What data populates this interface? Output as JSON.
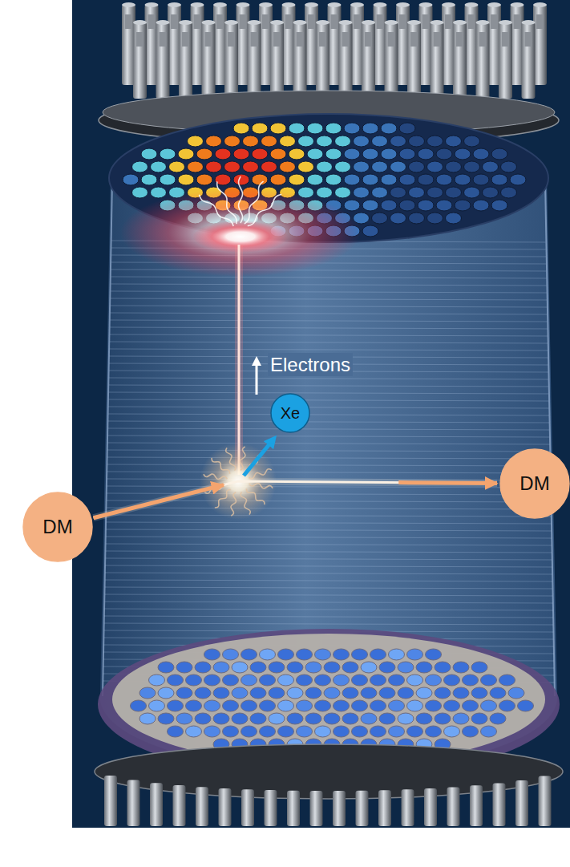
{
  "diagram": {
    "nodes": [
      {
        "text": [
          "Xe"
        ]
      },
      {
        "text": [
          "DM"
        ]
      },
      {
        "text": [
          "DM"
        ]
      }
    ],
    "edges": [
      {
        "from": 2,
        "to": 1,
        "arrow": "to"
      }
    ],
    "labels": [
      "Electrons"
    ]
  }
}
